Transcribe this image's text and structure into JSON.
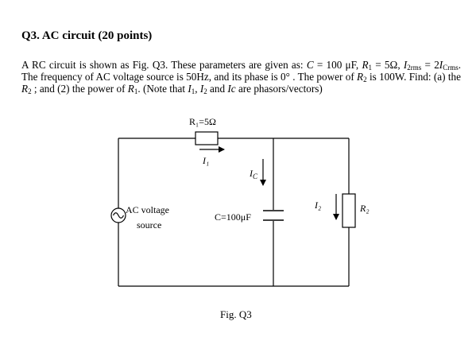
{
  "question": {
    "title": "Q3. AC circuit (20 points)",
    "line1a": "A RC circuit is shown as Fig. Q3. These parameters are given as: ",
    "C_sym": "C",
    "line1b": " = 100 μF, ",
    "R1_sym": "R",
    "R1_sub": "1",
    "line1c": " = 5Ω,",
    "I2_sym": "I",
    "I2_sub": "2rms",
    "line2a": " = 2",
    "Ic_sym": "I",
    "Ic_sub": "Crms",
    "line2b": ". The frequency of AC voltage source is 50Hz, and its phase is 0° . The power of ",
    "R2_sym": "R",
    "R2_sub": "2",
    "line3a": " is 100W. Find: (a) the ",
    "R2b_sym": "R",
    "R2b_sub": "2",
    "line3b": " ; and (2) the power of ",
    "R1b_sym": "R",
    "R1b_sub": "1",
    "line3c": ". (Note that ",
    "I1n_sym": "I",
    "I1n_sub": "1",
    "comma": ", ",
    "I2n_sym": "I",
    "I2n_sub": "2",
    "and": " and ",
    "Icn_sym": "Ic",
    "line3d": " are phasors/vectors)"
  },
  "figure": {
    "r1_label": "R₁=5Ω",
    "i1_label": "I₁",
    "ic_label_main": "I",
    "ic_label_sub": "C",
    "i2_label": "I₂",
    "r2_label": "R₂",
    "source_line1": "AC voltage",
    "source_line2": "source",
    "capacitor_label": "C=100μF",
    "caption": "Fig. Q3"
  }
}
